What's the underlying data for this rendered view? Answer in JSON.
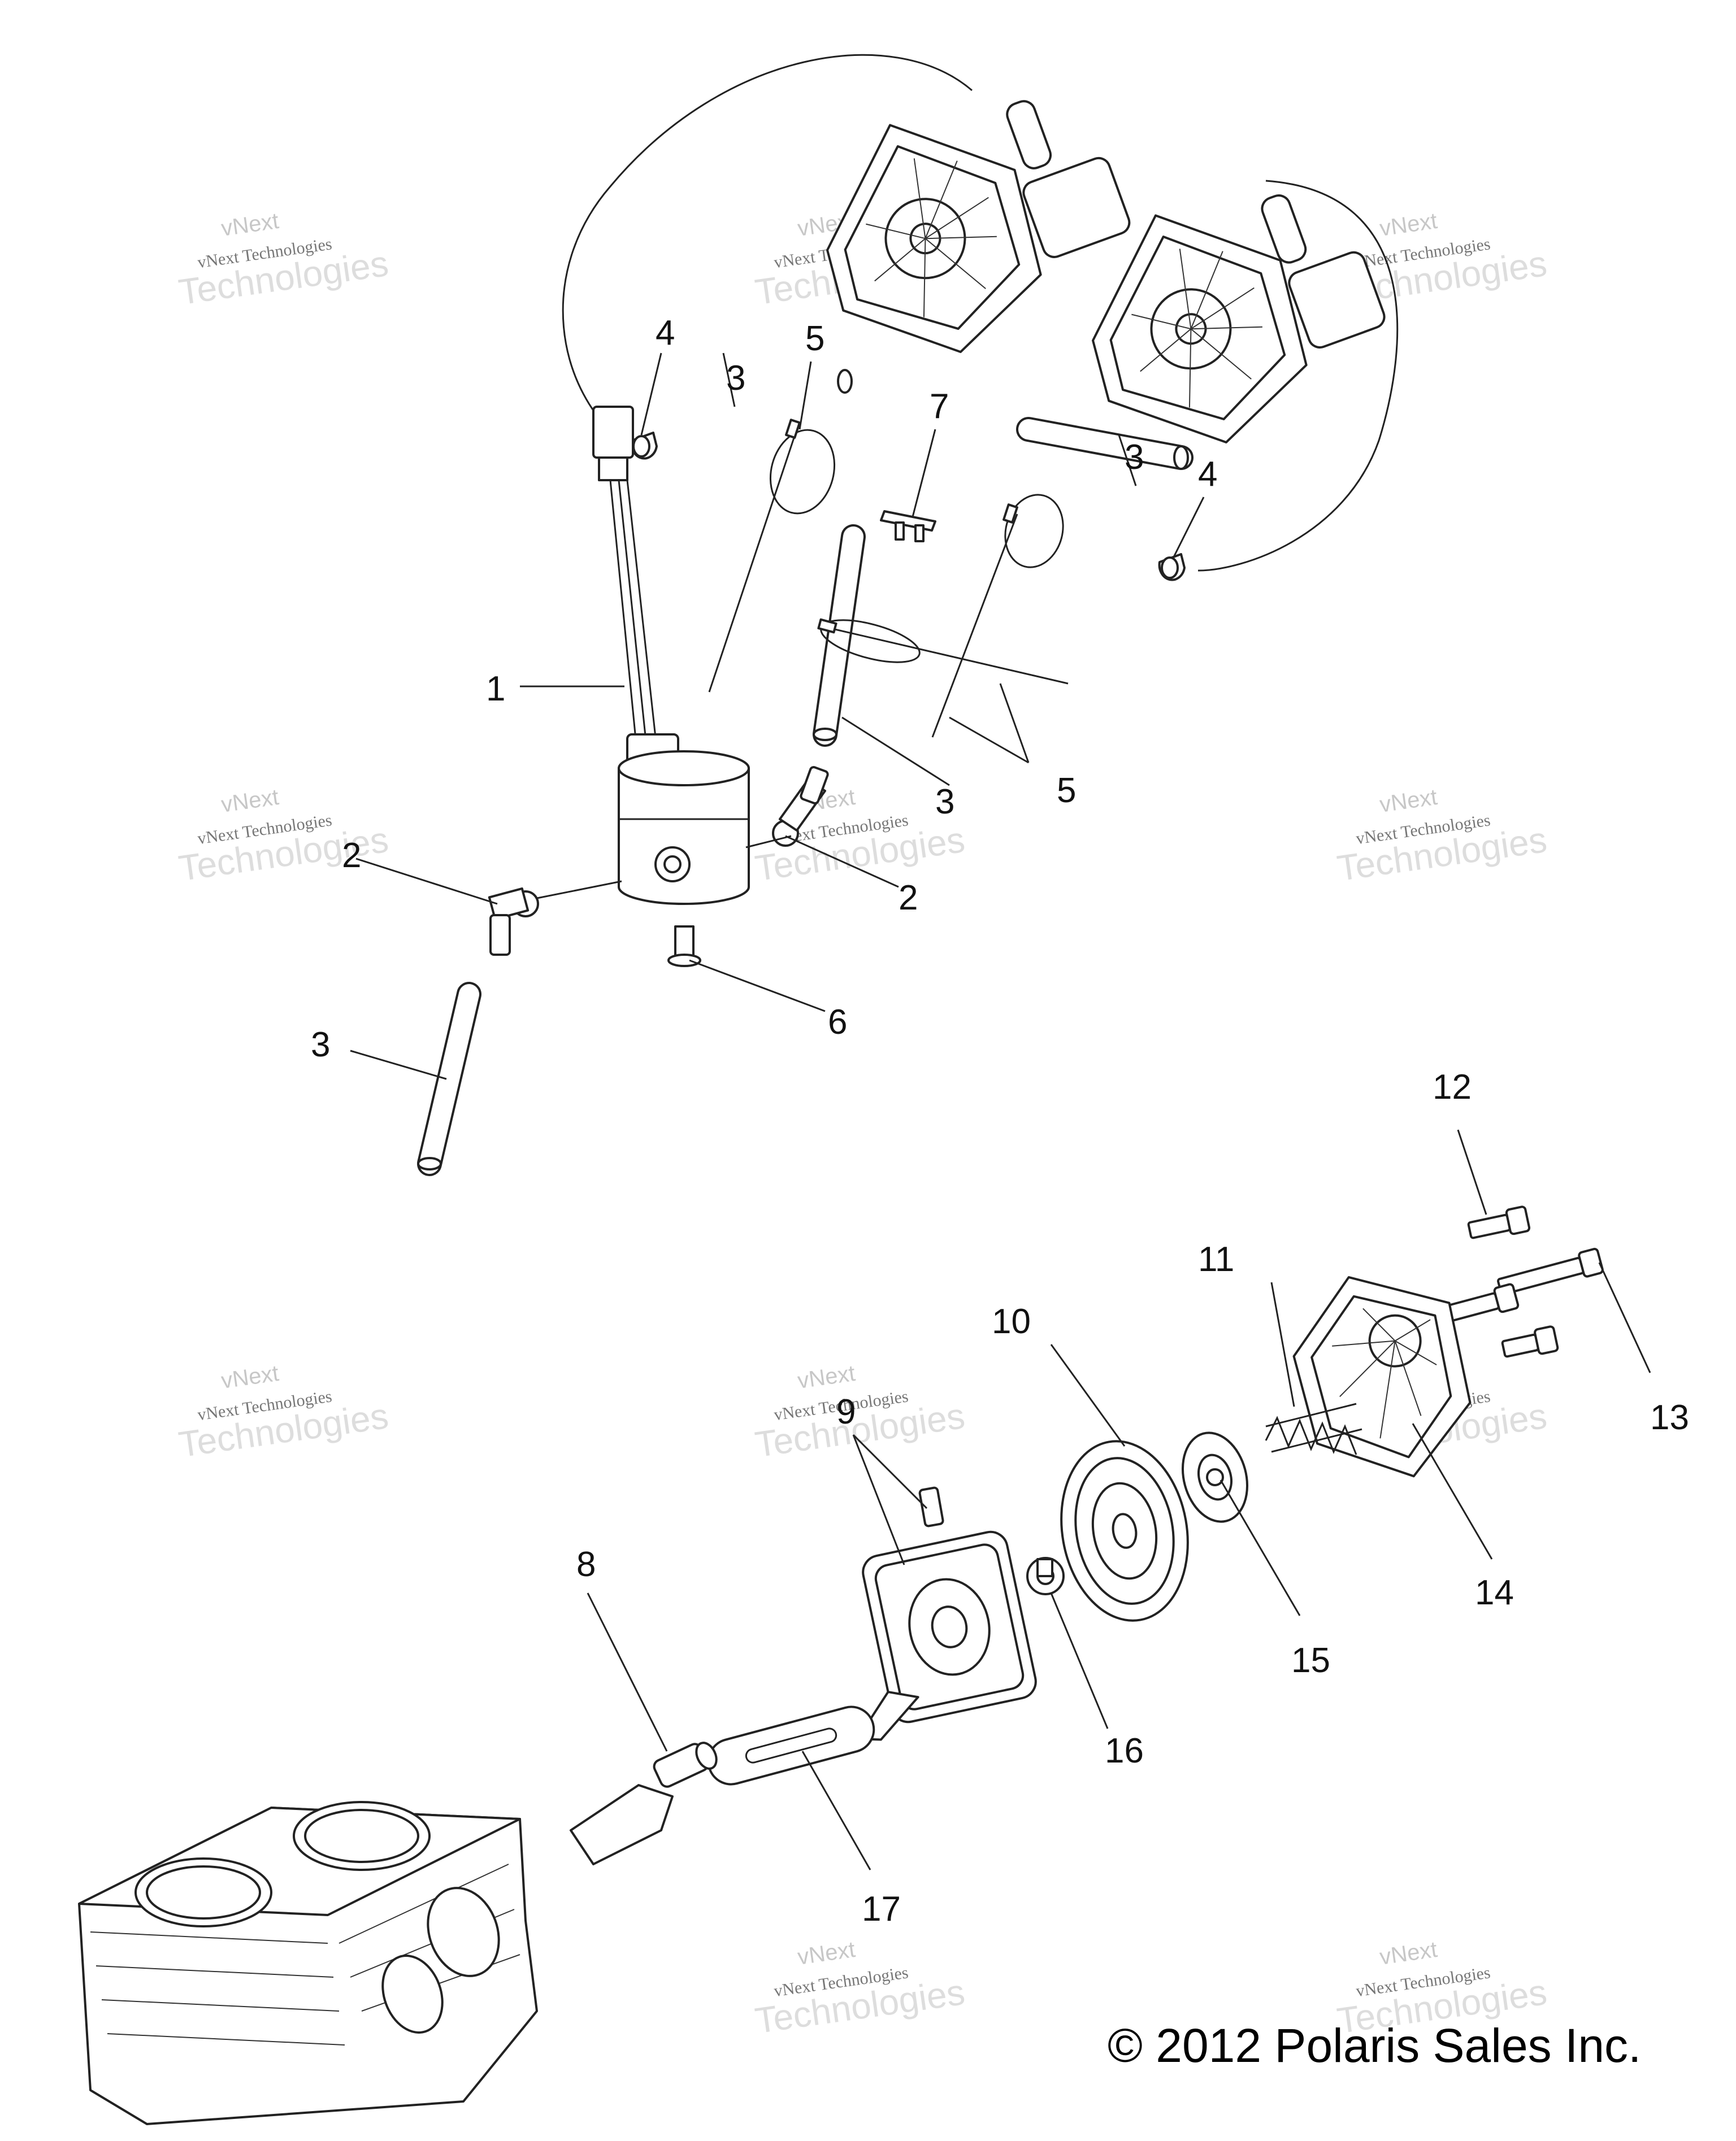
{
  "callouts": [
    {
      "id": "callout-1",
      "num": "1"
    },
    {
      "id": "callout-2a",
      "num": "2"
    },
    {
      "id": "callout-2b",
      "num": "2"
    },
    {
      "id": "callout-3a",
      "num": "3"
    },
    {
      "id": "callout-3b",
      "num": "3"
    },
    {
      "id": "callout-3c",
      "num": "3"
    },
    {
      "id": "callout-3d",
      "num": "3"
    },
    {
      "id": "callout-4a",
      "num": "4"
    },
    {
      "id": "callout-4b",
      "num": "4"
    },
    {
      "id": "callout-5a",
      "num": "5"
    },
    {
      "id": "callout-5b",
      "num": "5"
    },
    {
      "id": "callout-6",
      "num": "6"
    },
    {
      "id": "callout-7",
      "num": "7"
    },
    {
      "id": "callout-8",
      "num": "8"
    },
    {
      "id": "callout-9",
      "num": "9"
    },
    {
      "id": "callout-10",
      "num": "10"
    },
    {
      "id": "callout-11",
      "num": "11"
    },
    {
      "id": "callout-12",
      "num": "12"
    },
    {
      "id": "callout-13",
      "num": "13"
    },
    {
      "id": "callout-14",
      "num": "14"
    },
    {
      "id": "callout-15",
      "num": "15"
    },
    {
      "id": "callout-16",
      "num": "16"
    },
    {
      "id": "callout-17",
      "num": "17"
    }
  ],
  "watermark": {
    "line1": "vNext",
    "line2": "vNext Technologies",
    "line3": "Technologies"
  },
  "copyright": "© 2012 Polaris Sales Inc."
}
